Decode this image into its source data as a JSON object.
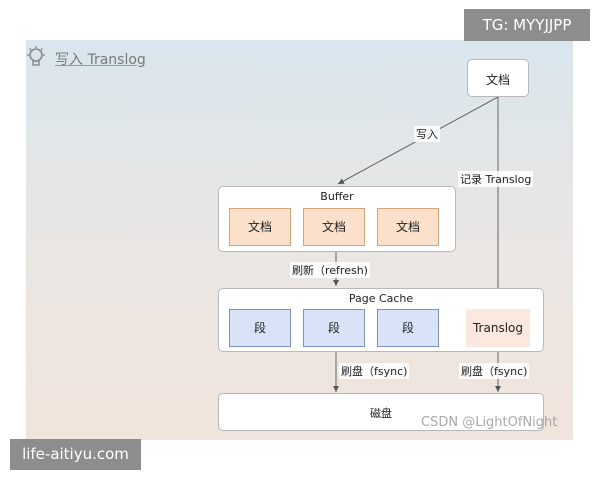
{
  "badges": {
    "top_right": "TG: MYYJJPP",
    "bottom_left": "life-aitiyu.com"
  },
  "header": {
    "icon": "lightbulb-icon",
    "title": "写入 Translog"
  },
  "nodes": {
    "document_top": "文档",
    "buffer": {
      "title": "Buffer",
      "items": [
        "文档",
        "文档",
        "文档"
      ]
    },
    "page_cache": {
      "title": "Page Cache",
      "segments": [
        "段",
        "段",
        "段"
      ],
      "translog": "Translog"
    },
    "disk": "磁盘"
  },
  "edges": {
    "write": "写入",
    "record_translog": "记录 Translog",
    "refresh": "刷新（refresh)",
    "fsync_left": "刷盘（fsync)",
    "fsync_right": "刷盘（fsync)"
  },
  "watermark": "CSDN @LightOfNight",
  "colors": {
    "doc_fill": "#fbe1cb",
    "doc_border": "#d8a274",
    "segment_fill": "#d9e3f8",
    "segment_border": "#7e92c2",
    "translog_fill": "#fbe8df"
  }
}
